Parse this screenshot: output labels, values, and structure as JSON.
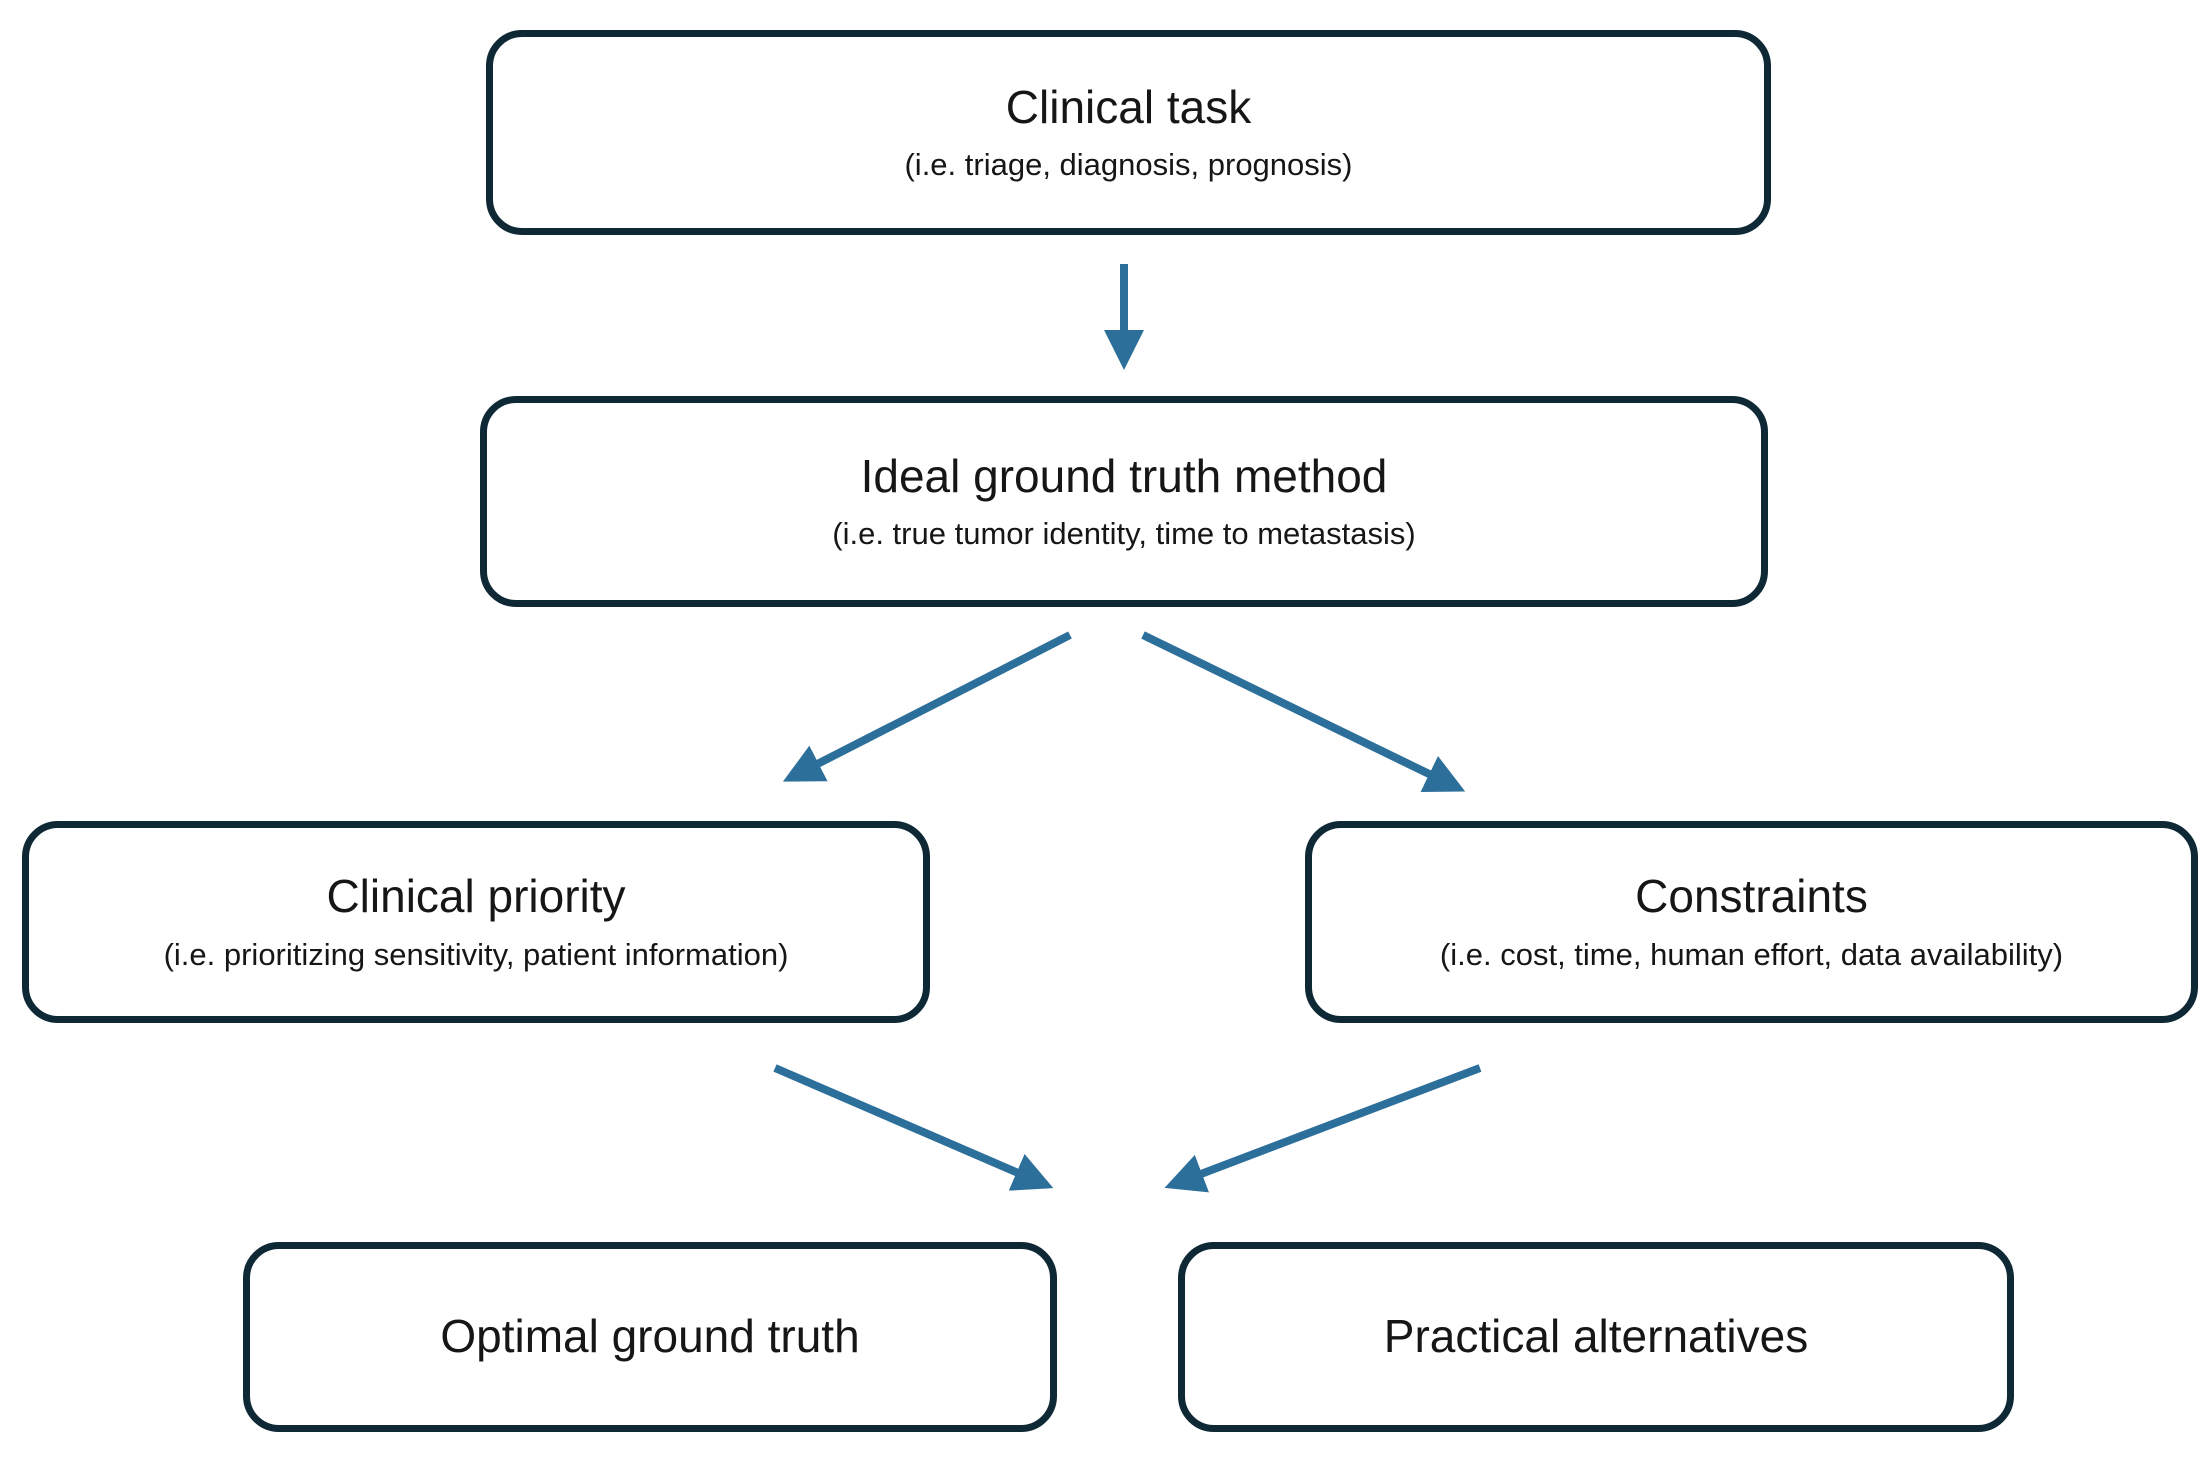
{
  "colors": {
    "arrow-color": "#2d6f9b",
    "node-border-color": "#0e2836",
    "text-color": "#161616",
    "background-color": "#ffffff"
  },
  "diagram": {
    "type": "flowchart",
    "nodes": [
      {
        "id": "clinical-task",
        "title": "Clinical task",
        "subtitle": "(i.e. triage, diagnosis, prognosis)"
      },
      {
        "id": "ideal-ground-truth-method",
        "title": "Ideal ground truth method",
        "subtitle": "(i.e. true tumor identity, time to metastasis)"
      },
      {
        "id": "clinical-priority",
        "title": "Clinical priority",
        "subtitle": "(i.e. prioritizing sensitivity, patient information)"
      },
      {
        "id": "constraints",
        "title": "Constraints",
        "subtitle": "(i.e. cost, time, human effort, data availability)"
      },
      {
        "id": "optimal-ground-truth",
        "title": "Optimal ground truth"
      },
      {
        "id": "practical-alternatives",
        "title": "Practical alternatives"
      }
    ],
    "edges": [
      {
        "from": "clinical-task",
        "to": "ideal-ground-truth-method"
      },
      {
        "from": "ideal-ground-truth-method",
        "to": "clinical-priority"
      },
      {
        "from": "ideal-ground-truth-method",
        "to": "constraints"
      },
      {
        "from": "clinical-priority",
        "to": "gap-between-optimal-ground-truth-and-practical-alternatives"
      },
      {
        "from": "constraints",
        "to": "gap-between-optimal-ground-truth-and-practical-alternatives"
      }
    ]
  }
}
